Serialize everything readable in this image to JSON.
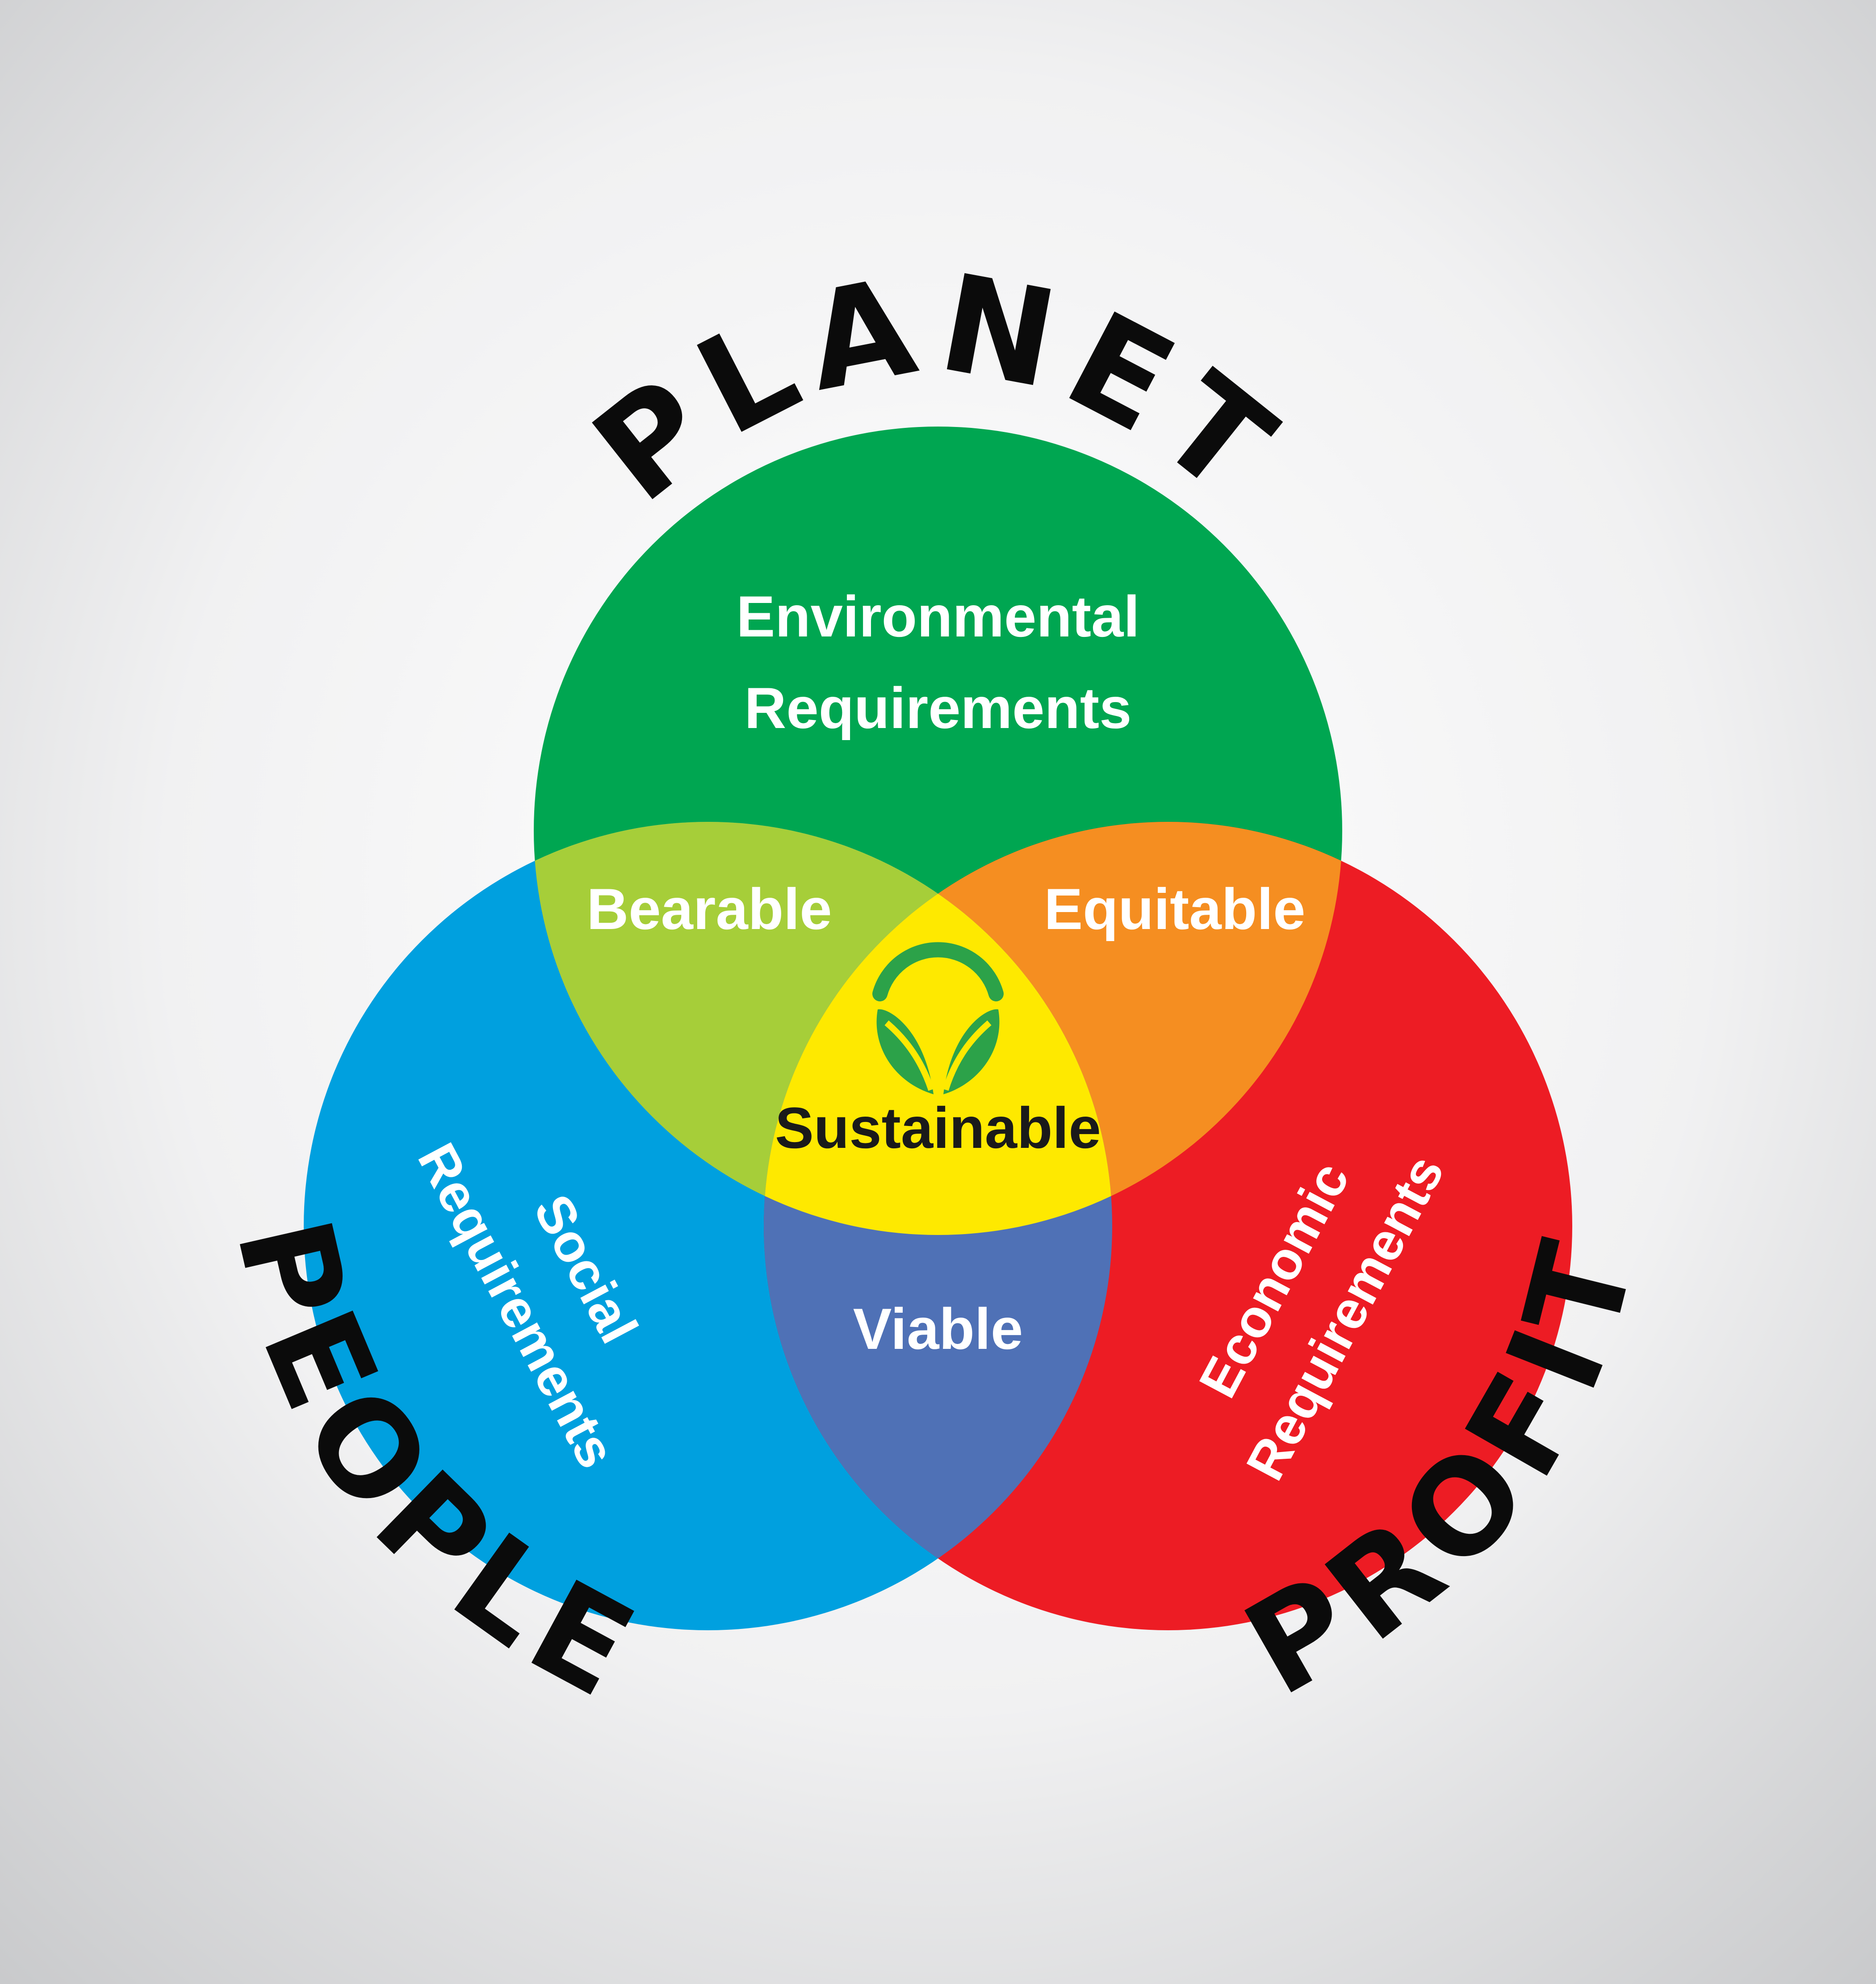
{
  "titles": {
    "planet": "PLANET",
    "people": "PEOPLE",
    "profit": "PROFIT"
  },
  "circles": {
    "planet": {
      "line1": "Environmental",
      "line2": "Requirements",
      "color": "#00a651"
    },
    "people": {
      "line1": "Social",
      "line2": "Requirements",
      "color": "#00a0df"
    },
    "profit": {
      "line1": "Economic",
      "line2": "Requirements",
      "color": "#ed1c24"
    }
  },
  "intersections": {
    "bearable": {
      "label": "Bearable",
      "color": "#a6ce39"
    },
    "equitable": {
      "label": "Equitable",
      "color": "#f58e21"
    },
    "viable": {
      "label": "Viable",
      "color": "#4f71b6"
    },
    "sustainable": {
      "label": "Sustainable",
      "color": "#fee900"
    }
  },
  "logo": {
    "icon": "leaf-sprout-icon",
    "color": "#2ca249"
  },
  "background": {
    "center": "#ffffff",
    "edge": "#c8c9cb"
  }
}
